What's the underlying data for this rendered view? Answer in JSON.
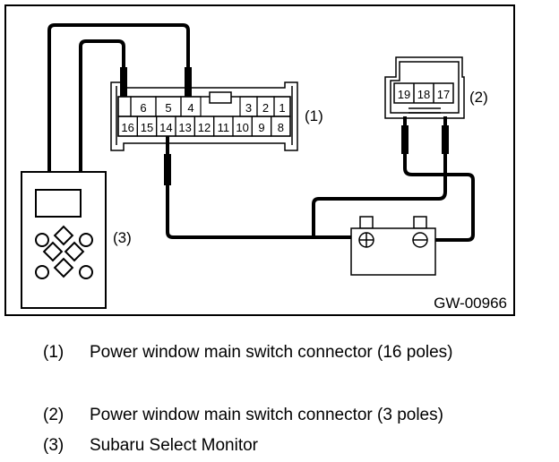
{
  "figure": {
    "code": "GW-00966",
    "callouts": [
      "(1)",
      "(2)",
      "(3)"
    ],
    "connector1": {
      "upper_pins": [
        "",
        "6",
        "5",
        "4",
        "",
        "3",
        "2",
        "1"
      ],
      "lower_pins": [
        "16",
        "15",
        "14",
        "13",
        "12",
        "11",
        "10",
        "9",
        "8"
      ]
    },
    "connector2": {
      "pins": [
        "19",
        "18",
        "17"
      ]
    }
  },
  "legend": [
    {
      "num": "(1)",
      "text": "Power window main switch connector (16 poles)"
    },
    {
      "num": "(2)",
      "text": "Power window main switch connector (3 poles)"
    },
    {
      "num": "(3)",
      "text": "Subaru Select Monitor"
    }
  ]
}
